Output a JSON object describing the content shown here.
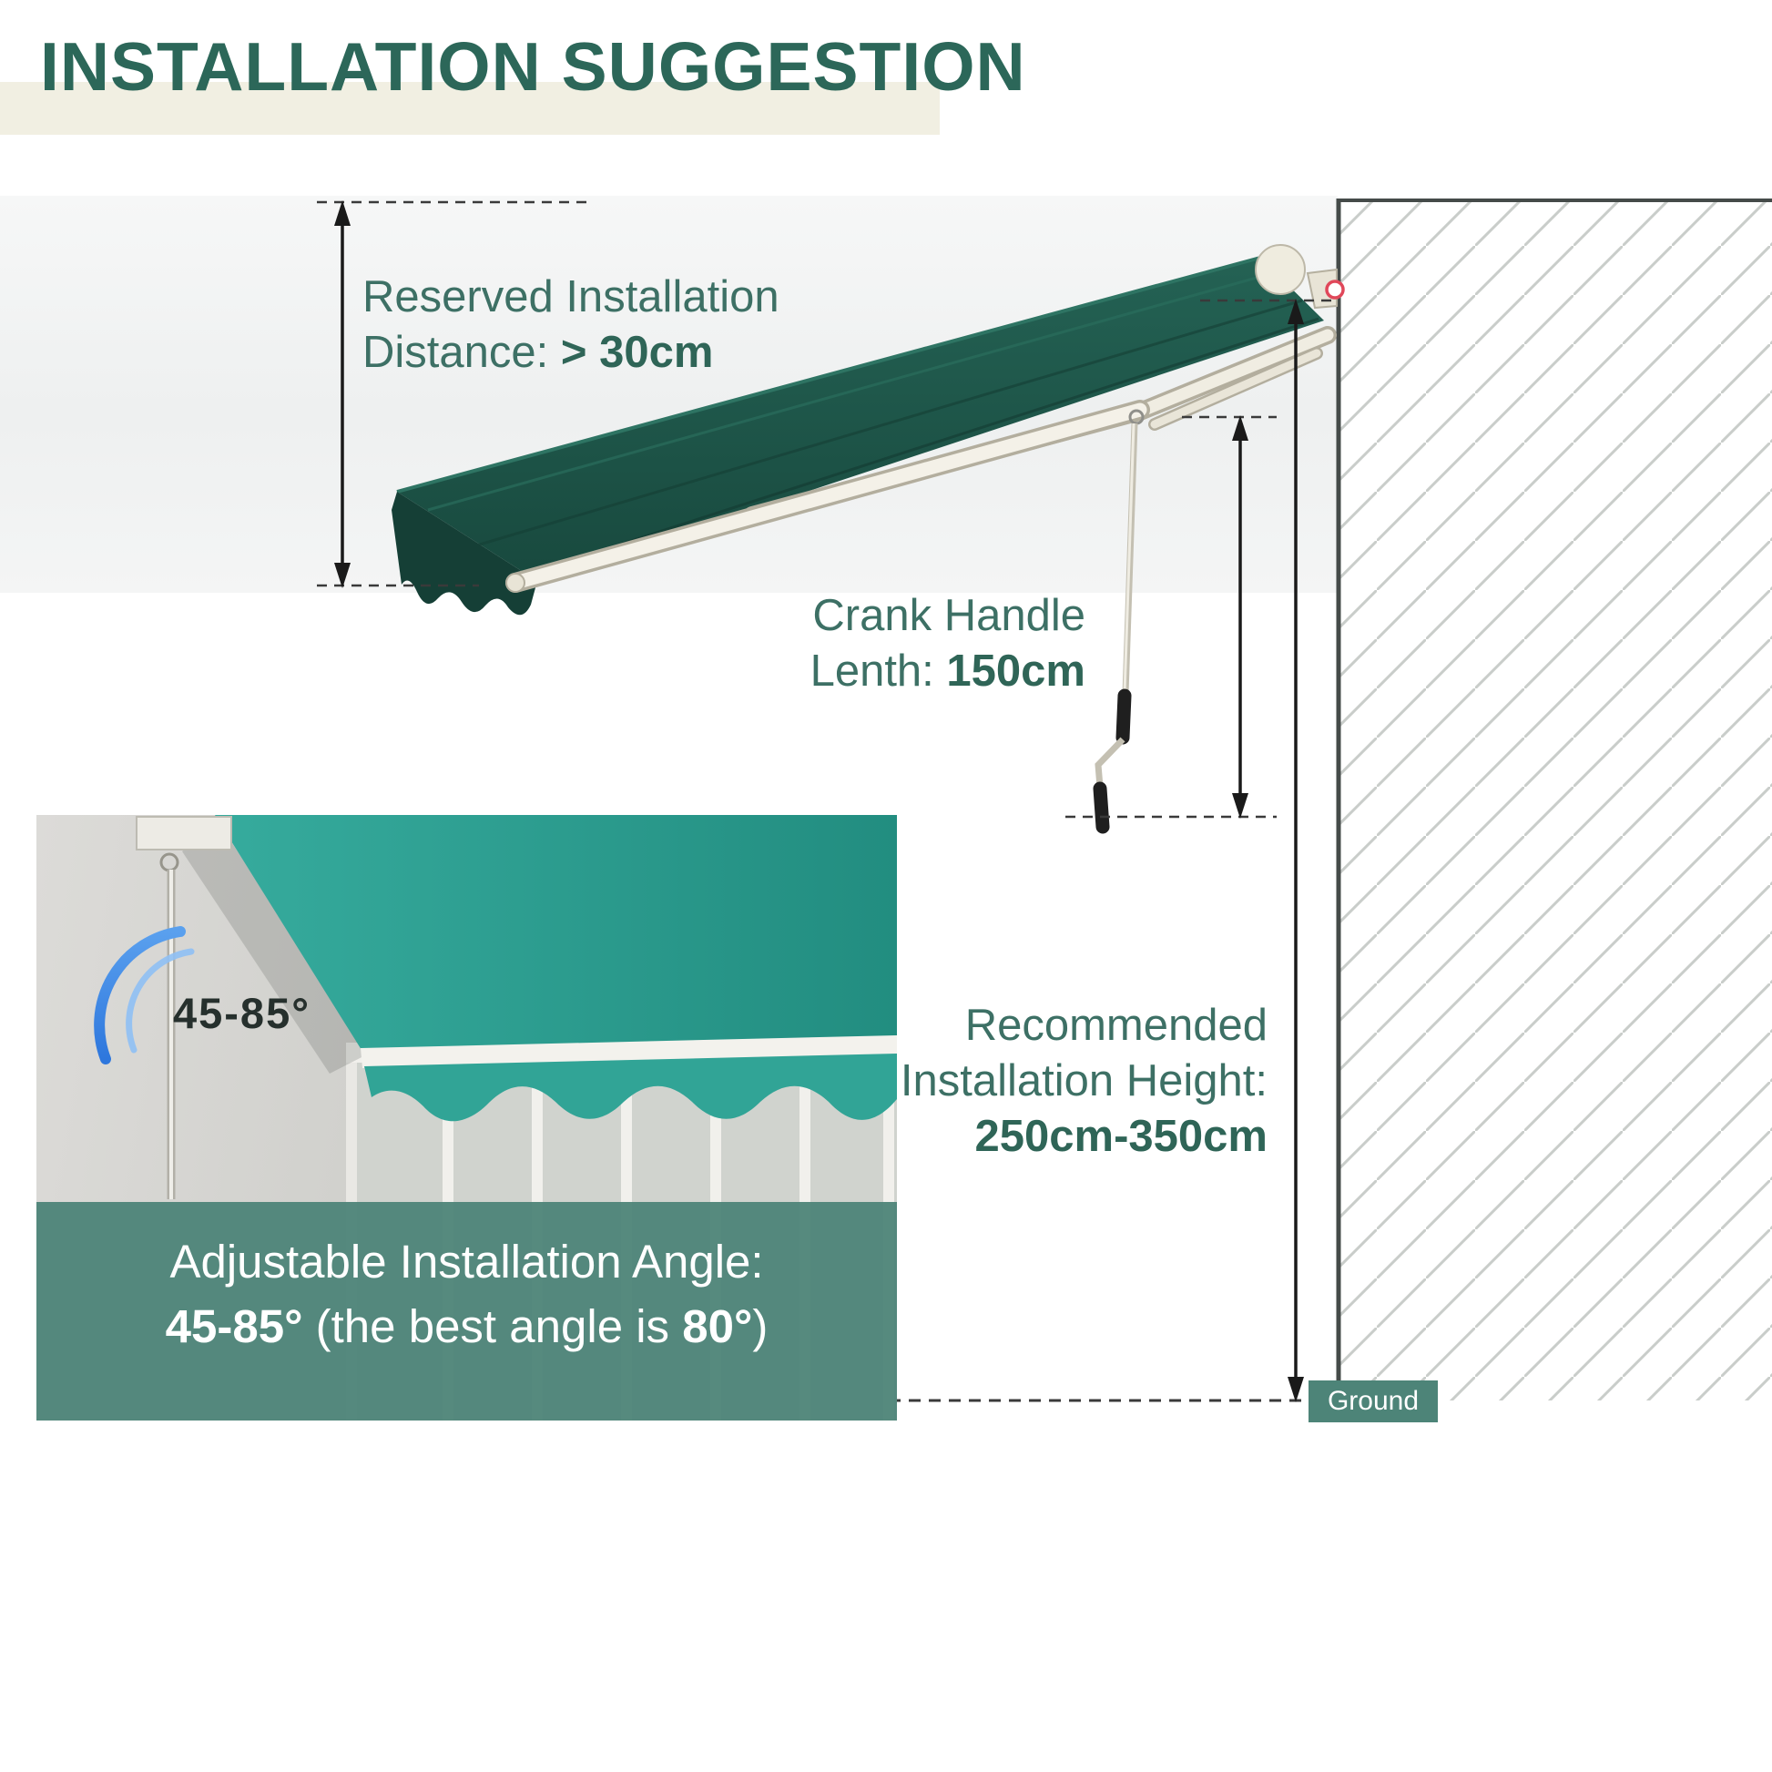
{
  "title": "INSTALLATION SUGGESTION",
  "reserved_note": {
    "line1": "Reserved Installation",
    "line2_label": "Distance: ",
    "line2_value": "> 30cm"
  },
  "crank_note": {
    "line1": "Crank Handle",
    "line2_label": "Lenth: ",
    "line2_value": "150cm"
  },
  "height_note": {
    "line1": "Recommended",
    "line2": "Installation Height:",
    "line3_value": "250cm-350cm"
  },
  "ground_label": "Ground",
  "inset": {
    "angle_label": "45-85°",
    "caption_line1": "Adjustable Installation Angle:",
    "caption_bold1": "45-85°",
    "caption_mid": " (the best angle is ",
    "caption_bold2": "80°",
    "caption_end": ")"
  },
  "colors": {
    "title_teal": "#2c6759",
    "note_teal": "#3d7065",
    "caption_teal": "#4d8478",
    "awning_green": "#1e564a",
    "inset_awning_teal": "#2ba092",
    "angle_arc_blue": "#3f87e8",
    "marker_red": "#e0485a"
  }
}
